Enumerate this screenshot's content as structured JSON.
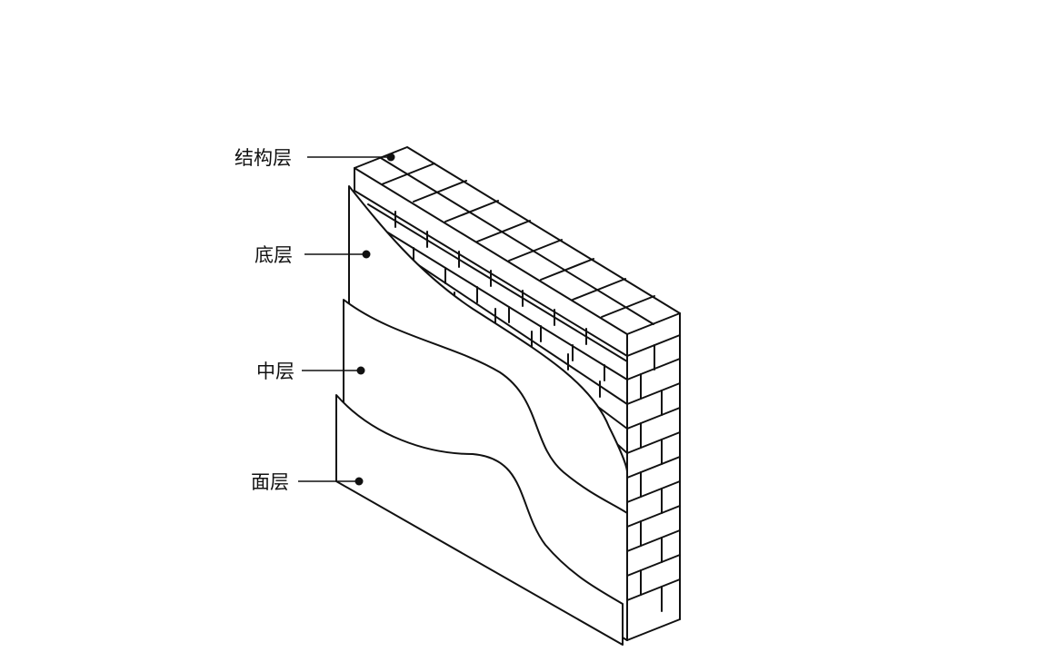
{
  "labels": {
    "structure_layer": "结构层",
    "base_layer": "底层",
    "middle_layer": "中层",
    "surface_layer": "面层"
  },
  "colors": {
    "line": "#111111",
    "background": "#ffffff"
  }
}
